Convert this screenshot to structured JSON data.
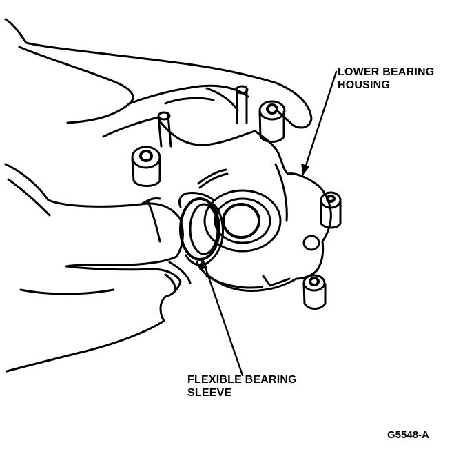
{
  "callouts": {
    "lower_bearing_housing": [
      "LOWER BEARING",
      "HOUSING"
    ],
    "flexible_bearing_sleeve": [
      "FLEXIBLE BEARING",
      "SLEEVE"
    ]
  },
  "figure_id": "G5548-A",
  "colors": {
    "ink": "#000000",
    "paper": "#ffffff"
  }
}
